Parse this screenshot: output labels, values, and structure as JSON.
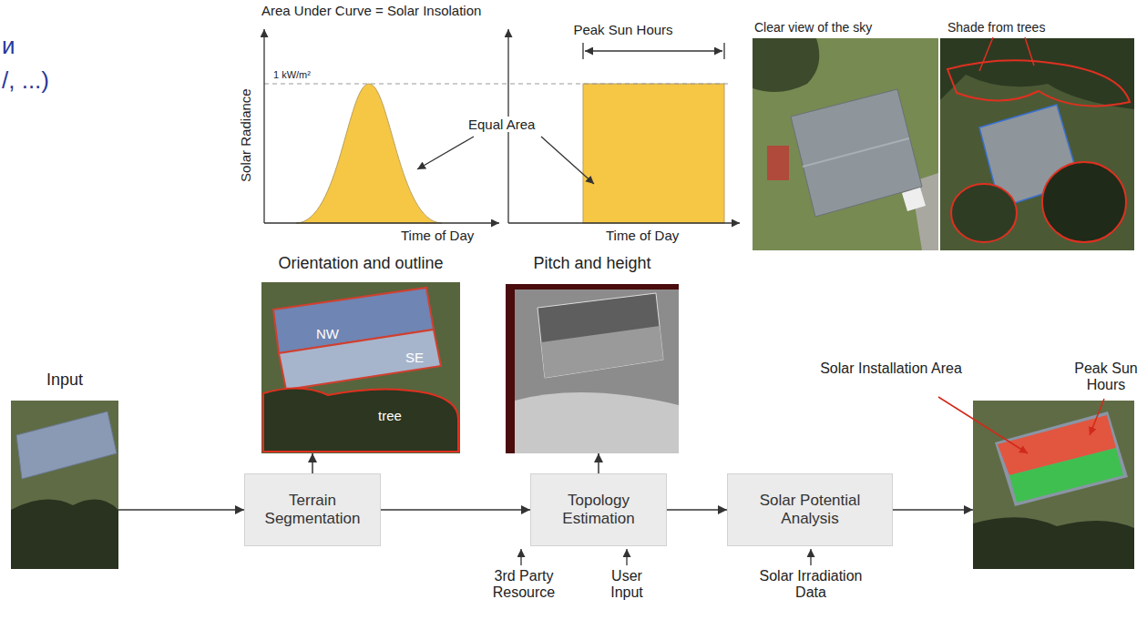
{
  "diagram": {
    "nodes": [
      {
        "text": [
          "Orientation and outline",
          "NW",
          "SE",
          "tree"
        ]
      },
      {
        "text": [
          "Pitch and height"
        ]
      },
      {
        "text": [
          "Input"
        ]
      },
      {
        "text": [
          "Terrain Segmentation"
        ]
      },
      {
        "text": [
          "Topology Estimation"
        ]
      },
      {
        "text": [
          "Solar Potential Analysis"
        ]
      },
      {
        "text": [
          "Solar Installation Area",
          "Peak Sun Hours"
        ]
      }
    ],
    "edges": [
      {
        "from": 2,
        "to": 3,
        "arrow": "to"
      },
      {
        "from": 3,
        "to": 4,
        "arrow": "to"
      },
      {
        "from": 4,
        "to": 5,
        "arrow": "to"
      },
      {
        "from": 5,
        "to": 6,
        "arrow": "to"
      },
      {
        "from": 3,
        "to": 0,
        "arrow": "to"
      },
      {
        "from": 4,
        "to": 1,
        "arrow": "to"
      }
    ],
    "labels": [
      "и",
      "/, ...)",
      "Area Under Curve = Solar Insolation",
      "Solar Radiance",
      "1 kW/m²",
      "Peak Sun Hours",
      "Equal Area",
      "Time of Day",
      "Time of Day",
      "Clear view of the sky",
      "Shade from trees",
      "3rd Party Resource",
      "User Input",
      "Solar Irradiation Data"
    ]
  }
}
